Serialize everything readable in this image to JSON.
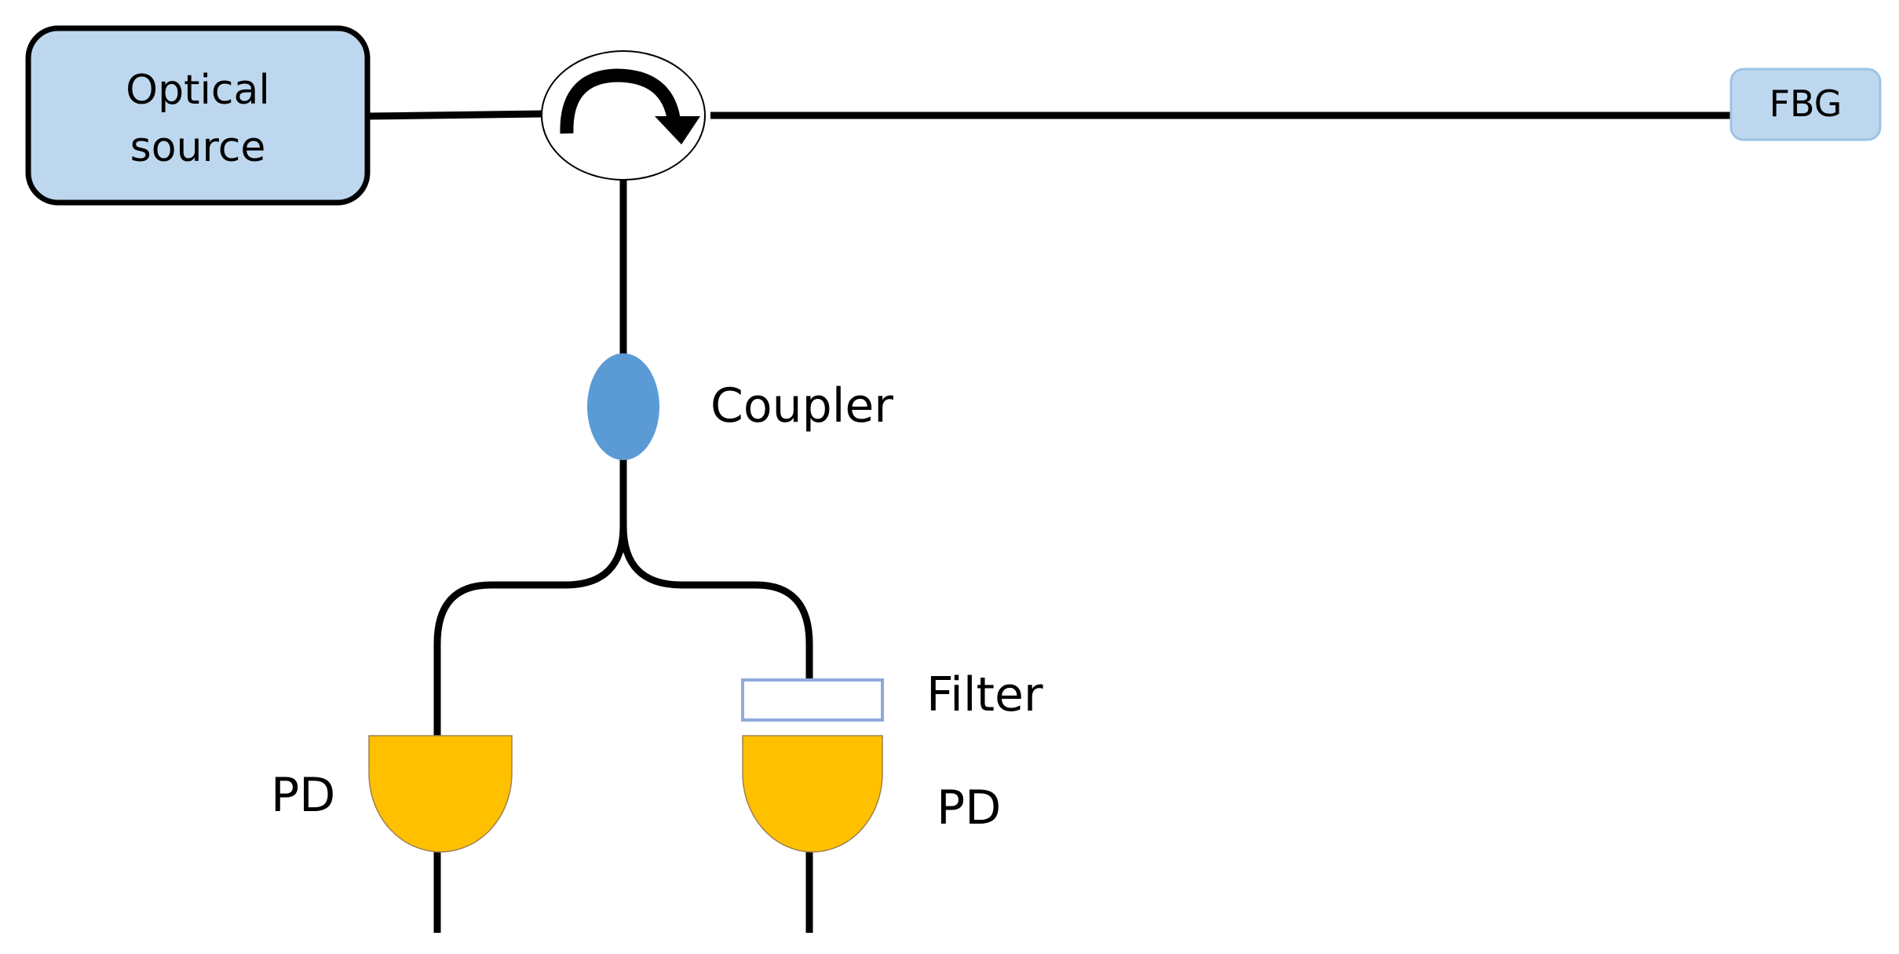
{
  "diagram": {
    "source_label_line1": "Optical",
    "source_label_line2": "source",
    "fbg_label": "FBG",
    "coupler_label": "Coupler",
    "filter_label": "Filter",
    "pd_left_label": "PD",
    "pd_right_label": "PD"
  },
  "colors": {
    "box_fill": "#bdd7ee",
    "box_stroke": "#000000",
    "fbg_fill": "#bdd7ee",
    "fbg_stroke": "#9dc3e6",
    "coupler_fill": "#5b9bd5",
    "photodiode_fill": "#ffc000",
    "filter_stroke": "#8faadc",
    "fiber": "#000000"
  }
}
